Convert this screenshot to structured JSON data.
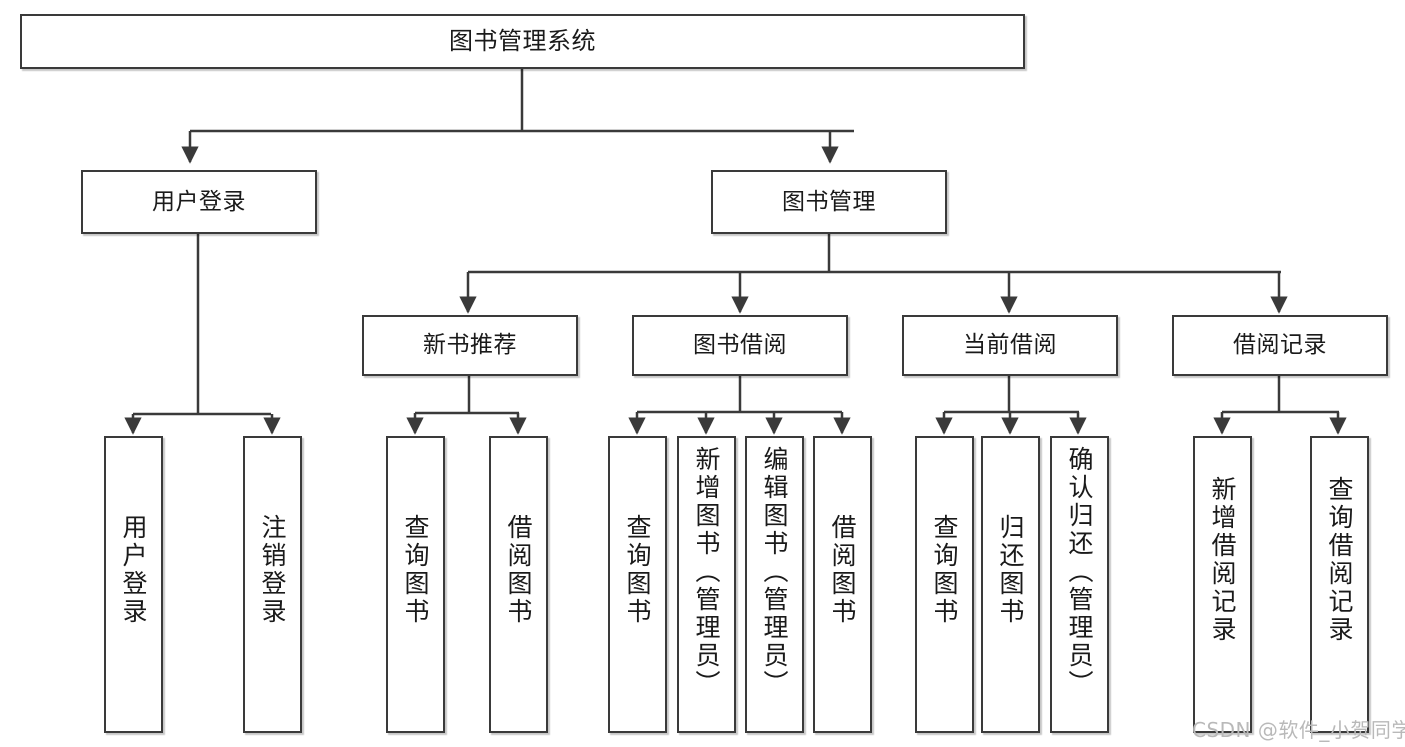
{
  "diagram": {
    "title": "图书管理系统",
    "type": "tree-hierarchy",
    "orientation": "top-down",
    "colors": {
      "node_border": "#3a3a3a",
      "node_fill": "#ffffff",
      "link": "#3a3a3a",
      "text": "#1a1a1a",
      "watermark": "#b9b9b9"
    },
    "root": {
      "id": "root",
      "label": "图书管理系统"
    },
    "level2": [
      {
        "id": "user-login",
        "label": "用户登录"
      },
      {
        "id": "book-manage",
        "label": "图书管理"
      }
    ],
    "level3": [
      {
        "id": "new-book-rec",
        "label": "新书推荐",
        "parent": "book-manage"
      },
      {
        "id": "book-borrow",
        "label": "图书借阅",
        "parent": "book-manage"
      },
      {
        "id": "current-borrow",
        "label": "当前借阅",
        "parent": "book-manage"
      },
      {
        "id": "borrow-record",
        "label": "借阅记录",
        "parent": "book-manage"
      }
    ],
    "leaves": [
      {
        "id": "leaf-user-login",
        "label": "用户登录",
        "parent": "user-login"
      },
      {
        "id": "leaf-user-logout",
        "label": "注销登录",
        "parent": "user-login"
      },
      {
        "id": "leaf-rec-query-book",
        "label": "查询图书",
        "parent": "new-book-rec"
      },
      {
        "id": "leaf-rec-borrow-book",
        "label": "借阅图书",
        "parent": "new-book-rec"
      },
      {
        "id": "leaf-bb-query-book",
        "label": "查询图书",
        "parent": "book-borrow"
      },
      {
        "id": "leaf-bb-add-book",
        "label": "新增图书（管理员）",
        "parent": "book-borrow"
      },
      {
        "id": "leaf-bb-edit-book",
        "label": "编辑图书（管理员）",
        "parent": "book-borrow"
      },
      {
        "id": "leaf-bb-borrow-book",
        "label": "借阅图书",
        "parent": "book-borrow"
      },
      {
        "id": "leaf-cb-query-book",
        "label": "查询图书",
        "parent": "current-borrow"
      },
      {
        "id": "leaf-cb-return-book",
        "label": "归还图书",
        "parent": "current-borrow"
      },
      {
        "id": "leaf-cb-confirm-return",
        "label": "确认归还（管理员）",
        "parent": "current-borrow"
      },
      {
        "id": "leaf-br-add-record",
        "label": "新增借阅记录",
        "parent": "borrow-record"
      },
      {
        "id": "leaf-br-query-record",
        "label": "查询借阅记录",
        "parent": "borrow-record"
      }
    ],
    "watermark": "CSDN @软件_小贺同学"
  }
}
